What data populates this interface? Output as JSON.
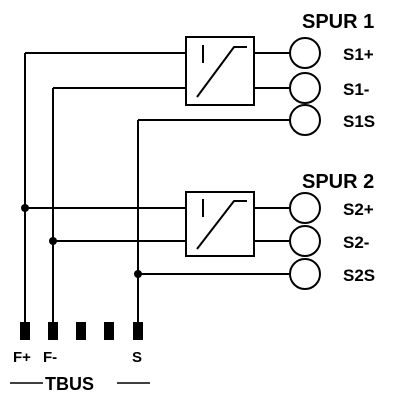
{
  "spur1": {
    "title": "SPUR 1",
    "terminals": [
      "S1+",
      "S1-",
      "S1S"
    ]
  },
  "spur2": {
    "title": "SPUR 2",
    "terminals": [
      "S2+",
      "S2-",
      "S2S"
    ]
  },
  "tbus": {
    "label": "TBUS",
    "pins": [
      "F+",
      "F-",
      "S"
    ]
  }
}
